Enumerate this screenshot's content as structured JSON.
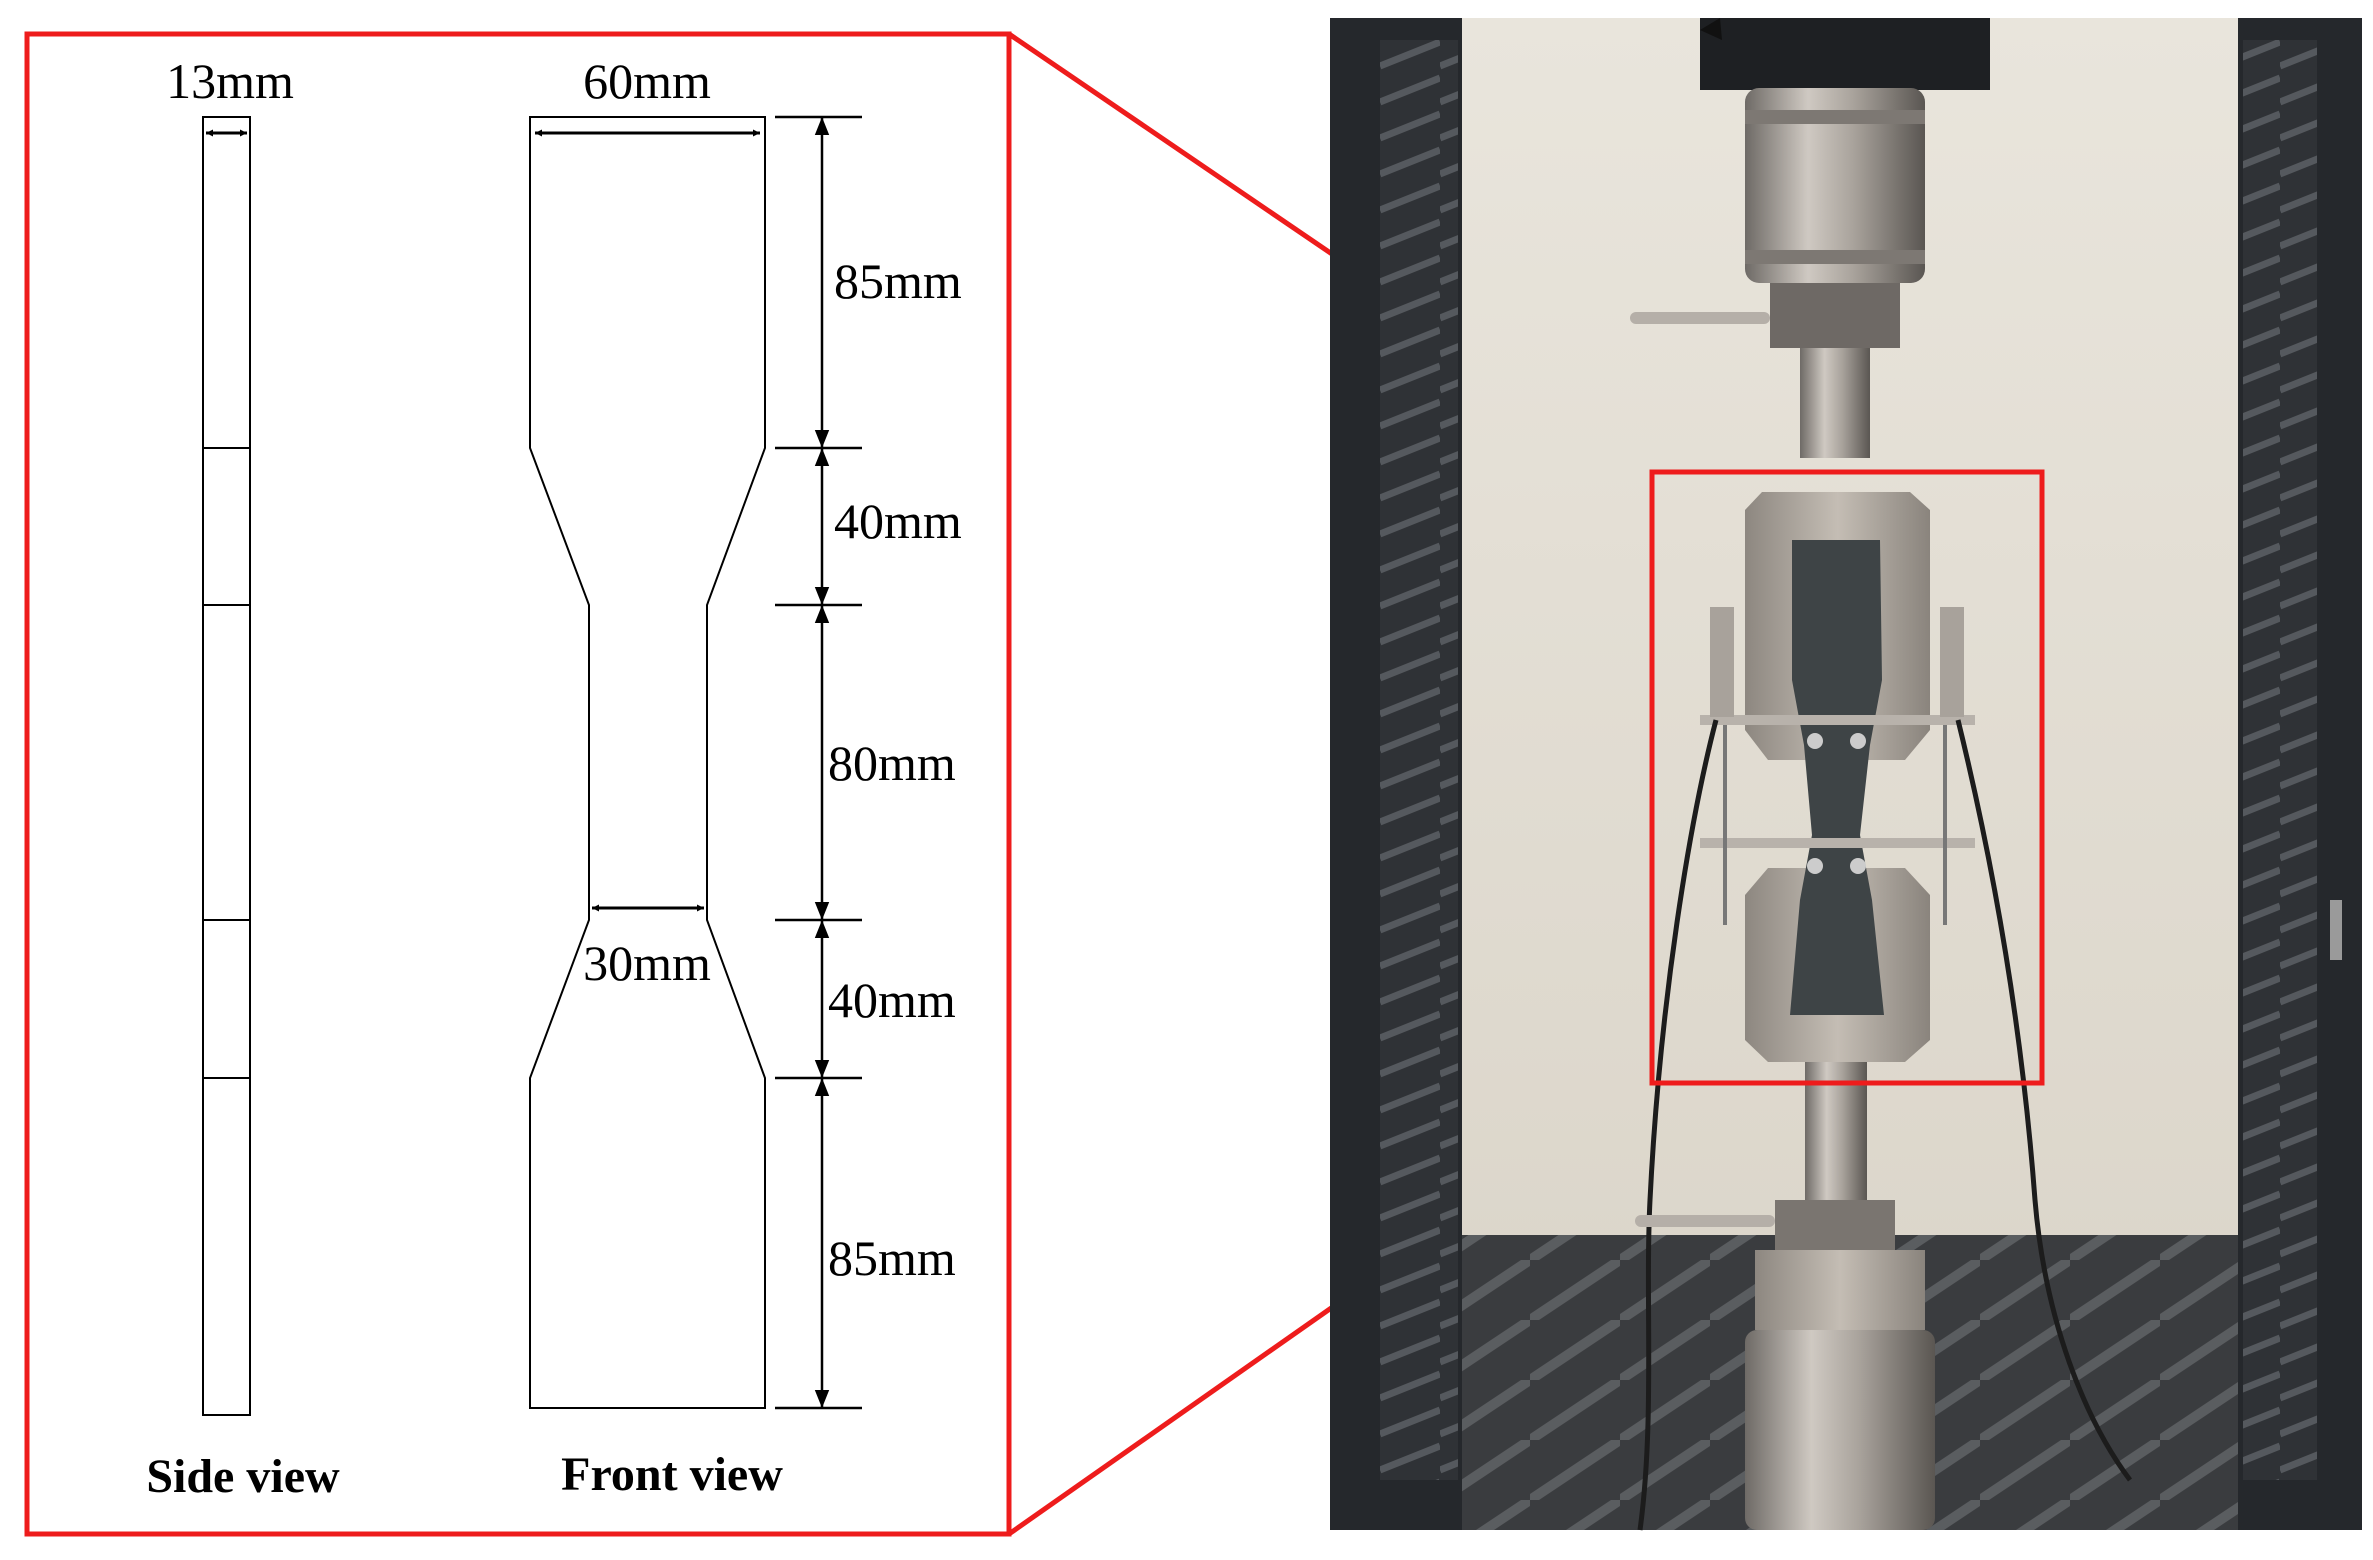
{
  "drawing": {
    "side_width_label": "13mm",
    "front_width_label": "60mm",
    "neck_width_label": "30mm",
    "segments": [
      {
        "label": "85mm"
      },
      {
        "label": "40mm"
      },
      {
        "label": "80mm"
      },
      {
        "label": "40mm"
      },
      {
        "label": "85mm"
      }
    ],
    "side_caption": "Side view",
    "front_caption": "Front view"
  },
  "photo": {
    "subject": "tensile-testing-machine-with-dogbone-specimen"
  },
  "colors": {
    "highlight": "#ee1c1c",
    "line": "#000000",
    "photo_wall": "#e8e3d8",
    "photo_frame": "#2b2e33"
  }
}
